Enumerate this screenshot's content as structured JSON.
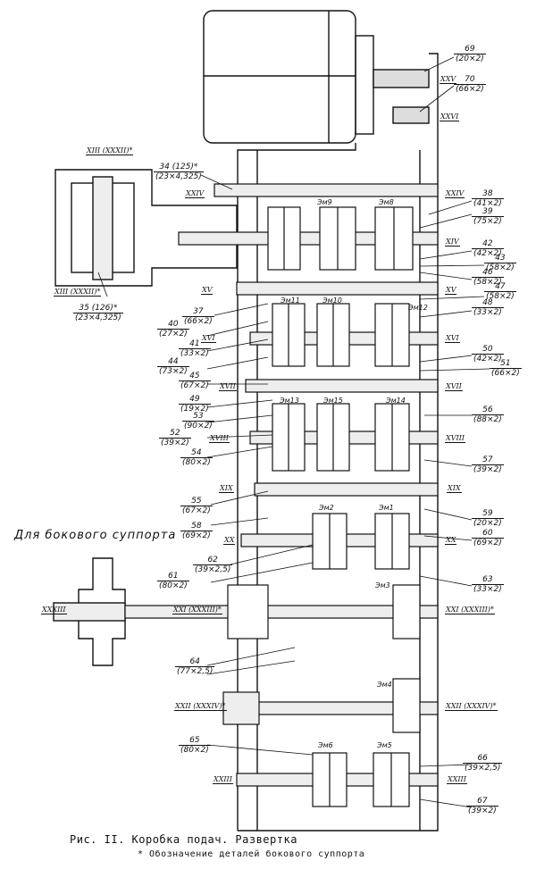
{
  "side_note": "Для бокового суппорта",
  "caption": {
    "line1": "Рис. II. Коробка подач. Развертка",
    "line2": "* Обозначение деталей бокового суппорта"
  },
  "right_parts": [
    {
      "num": "69",
      "spec": "(20×2)"
    },
    {
      "num": "70",
      "spec": "(66×2)"
    },
    {
      "num": "38",
      "spec": "(41×2)"
    },
    {
      "num": "39",
      "spec": "(75×2)"
    },
    {
      "num": "42",
      "spec": "(42×2)"
    },
    {
      "num": "43",
      "spec": "(58×2)"
    },
    {
      "num": "46",
      "spec": "(58×2)"
    },
    {
      "num": "47",
      "spec": "(58×2)"
    },
    {
      "num": "48",
      "spec": "(33×2)"
    },
    {
      "num": "50",
      "spec": "(42×2)"
    },
    {
      "num": "51",
      "spec": "(66×2)"
    },
    {
      "num": "56",
      "spec": "(88×2)"
    },
    {
      "num": "57",
      "spec": "(39×2)"
    },
    {
      "num": "59",
      "spec": "(20×2)"
    },
    {
      "num": "60",
      "spec": "(69×2)"
    },
    {
      "num": "63",
      "spec": "(33×2)"
    },
    {
      "num": "66",
      "spec": "(39×2,5)"
    },
    {
      "num": "67",
      "spec": "(39×2)"
    }
  ],
  "left_parts": [
    {
      "num": "34 (125)*",
      "spec": "(23×4,325)"
    },
    {
      "num": "35 (126)*",
      "spec": "(23×4,325)"
    },
    {
      "num": "37",
      "spec": "(66×2)"
    },
    {
      "num": "40",
      "spec": "(27×2)"
    },
    {
      "num": "41",
      "spec": "(33×2)"
    },
    {
      "num": "44",
      "spec": "(73×2)"
    },
    {
      "num": "45",
      "spec": "(67×2)"
    },
    {
      "num": "49",
      "spec": "(19×2)"
    },
    {
      "num": "53",
      "spec": "(90×2)"
    },
    {
      "num": "52",
      "spec": "(39×2)"
    },
    {
      "num": "54",
      "spec": "(80×2)"
    },
    {
      "num": "55",
      "spec": "(67×2)"
    },
    {
      "num": "58",
      "spec": "(69×2)"
    },
    {
      "num": "62",
      "spec": "(39×2,5)"
    },
    {
      "num": "61",
      "spec": "(80×2)"
    },
    {
      "num": "64",
      "spec": "(77×2,5)"
    },
    {
      "num": "65",
      "spec": "(80×2)"
    }
  ],
  "shafts": [
    "XXV",
    "XXVI",
    "XXIV",
    "XIV",
    "XV",
    "XVI",
    "XVII",
    "XVIII",
    "XIX",
    "XX",
    "XXI (XXXIII)*",
    "XXII (XXXIV)*",
    "XXIII",
    "XIII (XXXII)*",
    "XXXIII"
  ],
  "clutches": [
    "Эм9",
    "Эм8",
    "Эм11",
    "Эм10",
    "Эм12",
    "Эм13",
    "Эм15",
    "Эм14",
    "Эм2",
    "Эм1",
    "Эм3",
    "Эм4",
    "Эм6",
    "Эм5"
  ]
}
